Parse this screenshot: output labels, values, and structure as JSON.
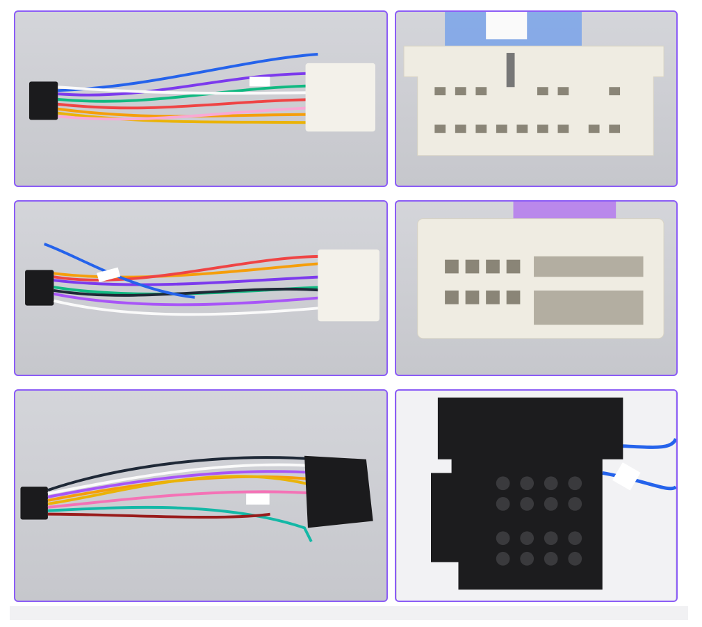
{
  "colors": {
    "frame_border": "#8b5cf6",
    "background": "#ffffff",
    "photo_bg": "#cfd0d5"
  },
  "gallery": {
    "photos": [
      {
        "subject": "harness-white-connector-1"
      },
      {
        "subject": "white-connector-closeup-1"
      },
      {
        "subject": "harness-white-connector-2"
      },
      {
        "subject": "white-connector-closeup-2"
      },
      {
        "subject": "harness-iso-black-connector"
      },
      {
        "subject": "iso-black-connector-closeup"
      }
    ]
  }
}
